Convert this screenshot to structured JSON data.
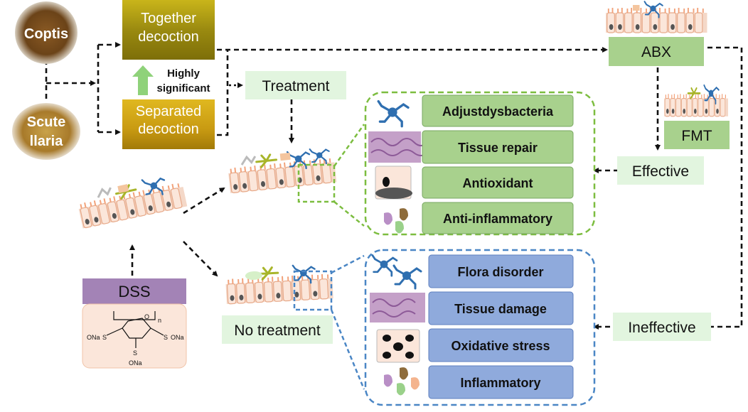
{
  "herbs": {
    "coptis": "Coptis",
    "scute_line1": "Scute",
    "scute_line2": "llaria"
  },
  "decoctions": {
    "together_line1": "Together",
    "together_line2": "decoction",
    "separated_line1": "Separated",
    "separated_line2": "decoction",
    "comparison_line1": "Highly",
    "comparison_line2": "significant"
  },
  "nodes": {
    "treatment": "Treatment",
    "no_treatment": "No treatment",
    "abx": "ABX",
    "fmt": "FMT",
    "effective": "Effective",
    "ineffective": "Ineffective",
    "dss": "DSS"
  },
  "effects_treated": [
    "Adjustdysbacteria",
    "Tissue repair",
    "Antioxidant",
    "Anti-inflammatory"
  ],
  "effects_untreated": [
    "Flora disorder",
    "Tissue damage",
    "Oxidative stress",
    "Inflammatory"
  ],
  "dss_structure": {
    "subscript": "n",
    "oxygen": "O",
    "group_left": "ONa",
    "group_right": "ONa",
    "group_bottom": "ONa",
    "sulfur": "S"
  },
  "colors": {
    "green_box": "#a8d18d",
    "light_green_box": "#e2f5df",
    "blue_box": "#8faadc",
    "purple_box": "#a383b6",
    "green_dash": "#7cbd3f",
    "blue_dash": "#4a86c5"
  }
}
